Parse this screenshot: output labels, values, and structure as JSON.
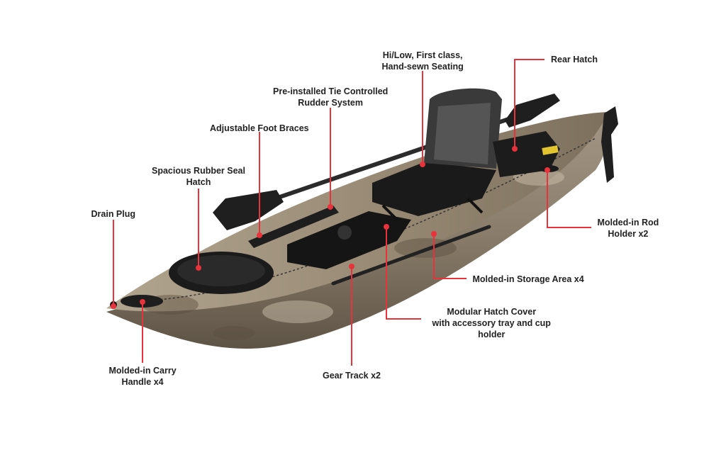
{
  "diagram": {
    "subject": "kayak-callout-diagram",
    "callout_color": "#e8323c",
    "hull_color": "#8d8272",
    "callouts": [
      {
        "id": "seating",
        "lines": [
          "Hi/Low, First class,",
          "Hand-sewn Seating"
        ]
      },
      {
        "id": "rear-hatch",
        "lines": [
          "Rear Hatch"
        ]
      },
      {
        "id": "rudder",
        "lines": [
          "Pre-installed Tie Controlled",
          "Rudder System"
        ]
      },
      {
        "id": "foot-braces",
        "lines": [
          "Adjustable Foot Braces"
        ]
      },
      {
        "id": "rubber-seal-hatch",
        "lines": [
          "Spacious Rubber Seal",
          "Hatch"
        ]
      },
      {
        "id": "drain-plug",
        "lines": [
          "Drain Plug"
        ]
      },
      {
        "id": "rod-holder",
        "lines": [
          "Molded-in Rod",
          "Holder x2"
        ]
      },
      {
        "id": "storage-area",
        "lines": [
          "Molded-in Storage Area x4"
        ]
      },
      {
        "id": "modular-hatch",
        "lines": [
          "Modular Hatch Cover",
          "with accessory tray and cup",
          "holder"
        ]
      },
      {
        "id": "carry-handle",
        "lines": [
          "Molded-in Carry",
          "Handle x4"
        ]
      },
      {
        "id": "gear-track",
        "lines": [
          "Gear Track x2"
        ]
      }
    ]
  }
}
